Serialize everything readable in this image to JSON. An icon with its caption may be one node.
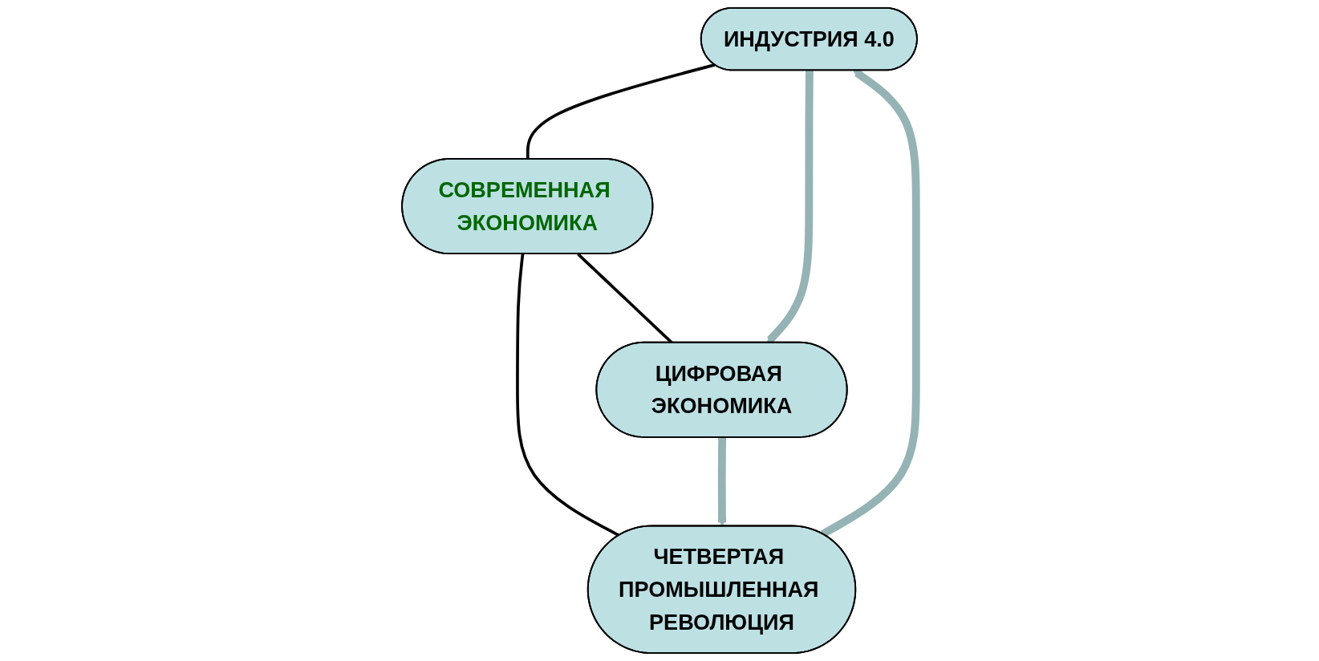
{
  "diagram": {
    "nodes": [
      {
        "text": [
          "ИНДУСТРИЯ 4.0"
        ]
      },
      {
        "text": [
          "СОВРЕМЕННАЯ ЭКОНОМИКА"
        ]
      },
      {
        "text": [
          "ЦИФРОВАЯ ЭКОНОМИКА"
        ]
      },
      {
        "text": [
          "ЧЕТВЕРТАЯ ПРОМЫШЛЕННАЯ РЕВОЛЮЦИЯ"
        ]
      }
    ],
    "edges": [
      {
        "from": 0,
        "to": 1,
        "arrow": "none"
      },
      {
        "from": 1,
        "to": 2,
        "arrow": "none"
      },
      {
        "from": 1,
        "to": 3,
        "arrow": "none"
      },
      {
        "from": 0,
        "to": 2,
        "arrow": "to",
        "style": "thick",
        "color": "#95b3b5"
      },
      {
        "from": 2,
        "to": 3,
        "arrow": "to",
        "style": "thick",
        "color": "#95b3b5"
      },
      {
        "from": 3,
        "to": 0,
        "arrow": "to",
        "style": "thick",
        "color": "#95b3b5"
      }
    ]
  }
}
